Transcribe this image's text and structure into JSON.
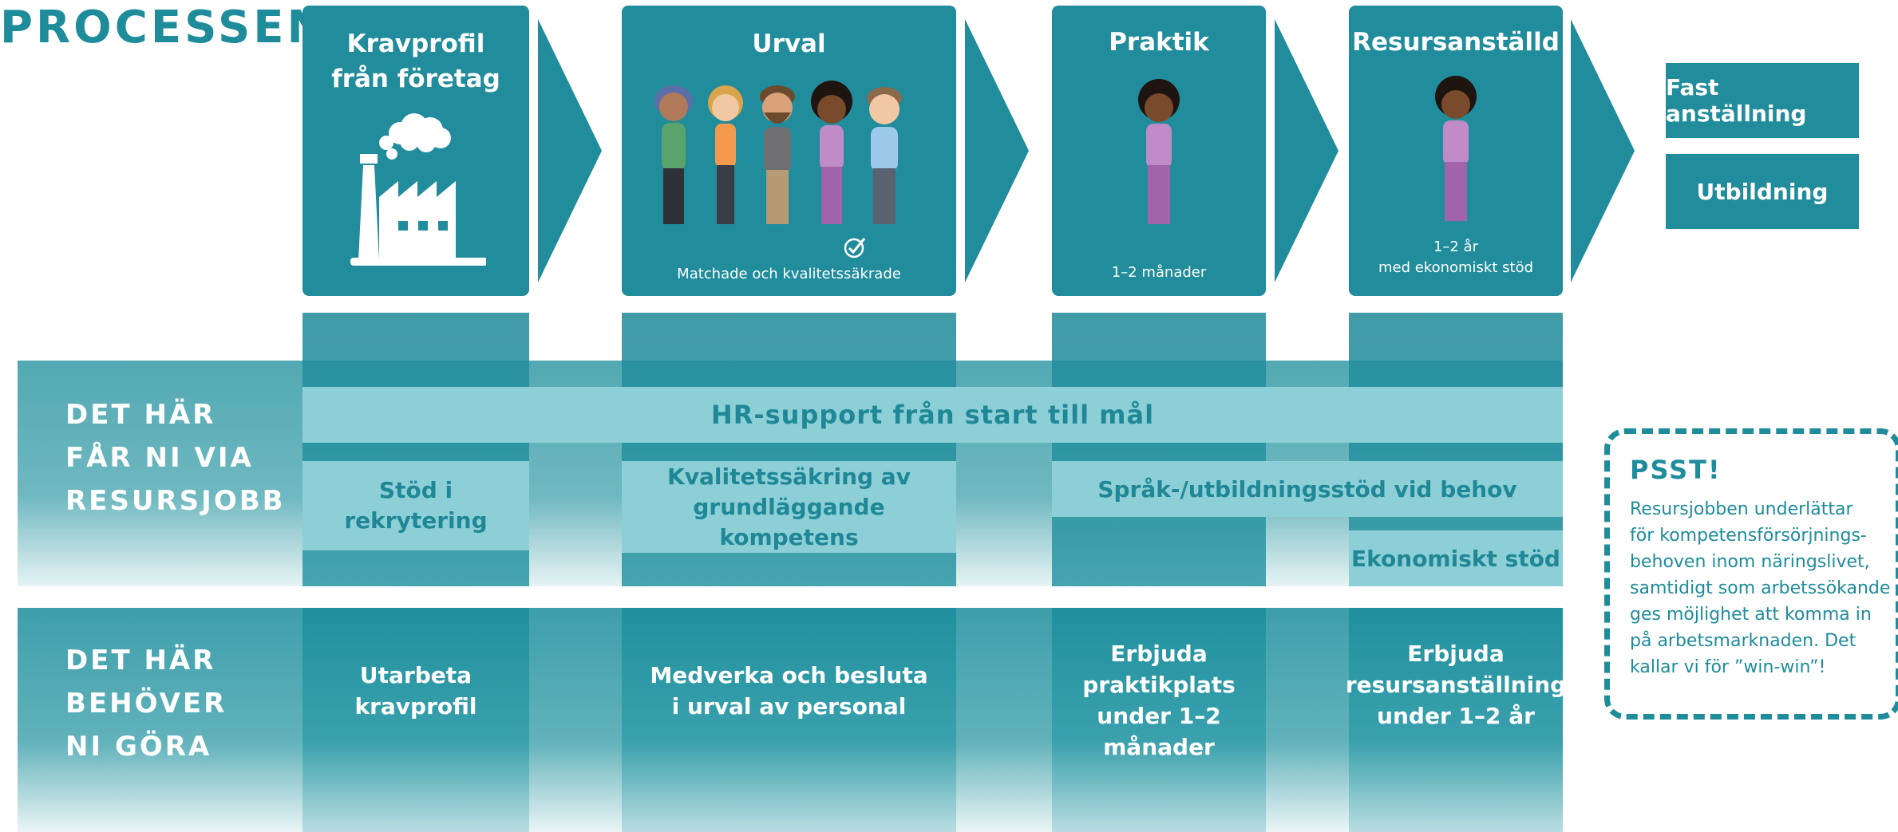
{
  "title": "PROCESSEN",
  "cards": [
    {
      "title_line1": "Kravprofil",
      "title_line2": "från företag",
      "caption": "",
      "icon": "factory-icon"
    },
    {
      "title_line1": "Urval",
      "title_line2": "",
      "caption": "Matchade och kvalitetssäkrade",
      "icon": "people-icon"
    },
    {
      "title_line1": "Praktik",
      "title_line2": "",
      "caption": "1–2 månader",
      "icon": "person-icon"
    },
    {
      "title_line1": "Resursanställd",
      "title_line2": "",
      "caption_line1": "1–2 år",
      "caption_line2": "med ekonomiskt stöd",
      "icon": "person-icon"
    }
  ],
  "outcomes": [
    "Fast anställning",
    "Utbildning"
  ],
  "row1": {
    "label_lines": [
      "DET HÄR",
      "FÅR NI VIA",
      "RESURSJOBB"
    ],
    "hr_support": "HR-support från start till mål",
    "items": [
      {
        "line1": "Stöd i",
        "line2": "rekrytering"
      },
      {
        "line1": "Kvalitetssäkring av",
        "line2": "grundläggande kompetens"
      },
      {
        "line1": "Språk-/utbildningsstöd vid behov"
      },
      {
        "line1": "Ekonomiskt stöd"
      }
    ]
  },
  "row2": {
    "label_lines": [
      "DET HÄR",
      "BEHÖVER",
      "NI GÖRA"
    ],
    "items": [
      {
        "lines": [
          "Utarbeta",
          "kravprofil"
        ]
      },
      {
        "lines": [
          "Medverka och besluta",
          "i urval av personal"
        ]
      },
      {
        "lines": [
          "Erbjuda",
          "praktikplats",
          "under 1–2",
          "månader"
        ]
      },
      {
        "lines": [
          "Erbjuda",
          "resursanställning",
          "under 1–2 år"
        ]
      }
    ]
  },
  "psst": {
    "title": "PSST!",
    "lines": [
      "Resursjobben underlättar",
      "för kompetensförsörjnings-",
      "behoven inom näringslivet,",
      "samtidigt som arbetssökande",
      "ges möjlighet att komma in",
      "på arbetsmarknaden. Det",
      "kallar vi för ”win-win”!"
    ]
  },
  "colors": {
    "teal_dark": "#218c9b",
    "teal_light": "#8ccfd6",
    "text_teal": "#1f8796"
  }
}
